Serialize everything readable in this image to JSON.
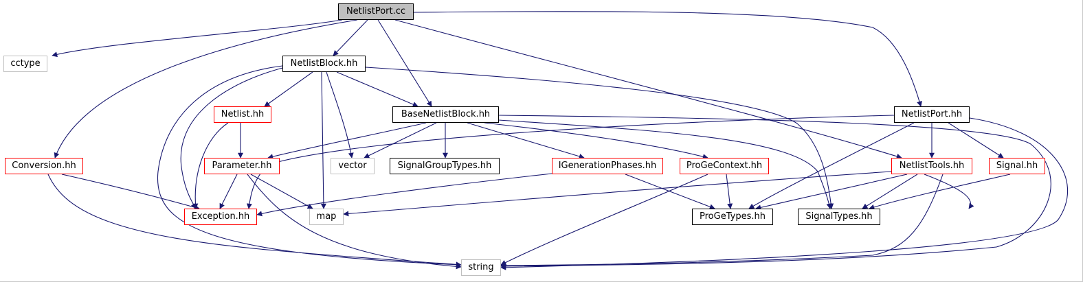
{
  "graph": {
    "edge_color": "#191970",
    "nodes": [
      {
        "id": "netlistport_cc",
        "label": "NetlistPort.cc",
        "kind": "root"
      },
      {
        "id": "cctype",
        "label": "cctype",
        "kind": "gray"
      },
      {
        "id": "netlistblock_hh",
        "label": "NetlistBlock.hh",
        "kind": "black"
      },
      {
        "id": "netlistport_hh",
        "label": "NetlistPort.hh",
        "kind": "black"
      },
      {
        "id": "netlist_hh",
        "label": "Netlist.hh",
        "kind": "red"
      },
      {
        "id": "basenetlistblock_hh",
        "label": "BaseNetlistBlock.hh",
        "kind": "black"
      },
      {
        "id": "conversion_hh",
        "label": "Conversion.hh",
        "kind": "red"
      },
      {
        "id": "parameter_hh",
        "label": "Parameter.hh",
        "kind": "red"
      },
      {
        "id": "vector",
        "label": "vector",
        "kind": "gray"
      },
      {
        "id": "signalgrouptypes_hh",
        "label": "SignalGroupTypes.hh",
        "kind": "black"
      },
      {
        "id": "igenerationphases_hh",
        "label": "IGenerationPhases.hh",
        "kind": "red"
      },
      {
        "id": "progecontext_hh",
        "label": "ProGeContext.hh",
        "kind": "red"
      },
      {
        "id": "netlisttools_hh",
        "label": "NetlistTools.hh",
        "kind": "red"
      },
      {
        "id": "signal_hh",
        "label": "Signal.hh",
        "kind": "red"
      },
      {
        "id": "exception_hh",
        "label": "Exception.hh",
        "kind": "red"
      },
      {
        "id": "map",
        "label": "map",
        "kind": "gray"
      },
      {
        "id": "progetypes_hh",
        "label": "ProGeTypes.hh",
        "kind": "black"
      },
      {
        "id": "signaltypes_hh",
        "label": "SignalTypes.hh",
        "kind": "black"
      },
      {
        "id": "string",
        "label": "string",
        "kind": "gray"
      }
    ]
  }
}
